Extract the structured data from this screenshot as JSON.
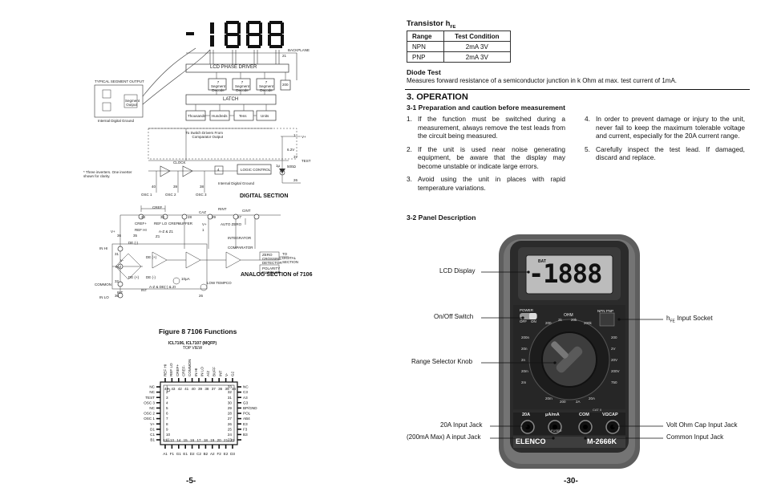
{
  "left": {
    "display_digits": "-1888",
    "digital_section": {
      "title": "DIGITAL SECTION",
      "backplane": "BACKPLANE",
      "lcd_phase_driver": "LCD PHASE DRIVER",
      "segment_decode": "7 Segment Decode",
      "latch": "LATCH",
      "thousands": "Thousands",
      "hundreds": "Hundreds",
      "tens": "Tens",
      "units": "Units",
      "typical_segment_output": "TYPICAL SEGMENT OUTPUT",
      "segment_output": "Segment Output",
      "internal_digital_ground": "Internal Digital Ground",
      "to_switch_drivers": "To Switch Drivers From Comparator Output",
      "clock": "CLOCK",
      "logic_control": "LOGIC CONTROL",
      "three_inverters": "* Three inverters. One inverter shown for clarity.",
      "osc1": "OSC 1",
      "osc2": "OSC 2",
      "osc3": "OSC 3",
      "test": "TEST",
      "v_plus": "V+",
      "volt": "6.2V",
      "res": "500Ω",
      "pin_200": "200",
      "pin_21": "21",
      "pin_1": "1",
      "pin_37": "37",
      "pin_26": "26",
      "pin_40": "40",
      "pin_39": "39",
      "pin_38": "38",
      "div4": "4",
      "ten_ua": "1μ"
    },
    "analog_section": {
      "title": "ANALOG SECTION of 7106",
      "c_ref_minus": "CREF-",
      "c_ref_plus": "CREF+",
      "c_ref": "CREF",
      "ref_hi": "REF HI",
      "ref_lo": "REF LO",
      "c_az": "CAZ",
      "buffer": "BUFFER",
      "r_int": "RINT",
      "c_int": "CINT",
      "v_plus": "V+",
      "auto_zero": "AUTO ZERO",
      "integrator": "INTEGRATOR",
      "comparator": "COMPARATOR",
      "to_digital": "TO DIGITAL SECTION",
      "in_hi": "IN HI",
      "in_lo": "IN LO",
      "common": "COMMON",
      "v_minus": "V-",
      "int": "INT",
      "de_minus": "DE (-)",
      "de_plus": "DE (+)",
      "az": "A-Z",
      "zi": "Z1",
      "azzi": "A-Z & Z1",
      "de_plus2": "DE (+)",
      "de_minus2": "DE (-)",
      "low_tempco": "LOW TEMPCO",
      "polarity_flip_flop": "POLARITY FLIP/FLOP",
      "zero_crossing": "ZERO CROSSING DETECTOR",
      "pin_36": "36",
      "pin_35": "35",
      "pin_34": "34",
      "pin_33": "33",
      "pin_31": "31",
      "pin_32": "32",
      "pin_30": "30",
      "pin_28": "28",
      "pin_29": "29",
      "pin_27": "27",
      "pin_1": "1",
      "pin_26": "26",
      "ten_ua": "10μA",
      "v_plus_1": "V+",
      "int2": "INT",
      "azdei": "A-Z & DE(-) & ZI"
    },
    "figure_caption": "Figure 8  7106 Functions",
    "chip": {
      "title": "ICL7106, ICL7107 (MQFP)",
      "subtitle": "TOP VIEW",
      "top_labels": [
        "REF HI",
        "REF LO",
        "CREF+",
        "CREF-",
        "COMMON",
        "IN HI",
        "IN LO",
        "A/Z",
        "BUFF",
        "INT",
        "V-",
        "G2"
      ],
      "top_numbers": [
        "44",
        "43",
        "42",
        "41",
        "40",
        "39",
        "38",
        "37",
        "36",
        "35",
        "34"
      ],
      "left_labels": [
        "NC",
        "NC",
        "TEST",
        "OSC 3",
        "NC",
        "OSC 2",
        "OSC 1",
        "V+",
        "D1",
        "C1",
        "B1"
      ],
      "left_numbers": [
        "1",
        "2",
        "3",
        "4",
        "5",
        "6",
        "7",
        "8",
        "9",
        "10",
        "11"
      ],
      "right_labels": [
        "NC",
        "C3",
        "A3",
        "G3",
        "BP/GND",
        "POL",
        "AB4",
        "E3",
        "F3",
        "B3"
      ],
      "right_numbers": [
        "33",
        "32",
        "31",
        "30",
        "29",
        "28",
        "27",
        "26",
        "25",
        "24",
        "23"
      ],
      "bottom_labels": [
        "A1",
        "F1",
        "G1",
        "E1",
        "D2",
        "C2",
        "B2",
        "A2",
        "F2",
        "E2",
        "D3"
      ],
      "bottom_numbers": [
        "12",
        "13",
        "14",
        "15",
        "16",
        "17",
        "18",
        "19",
        "20",
        "21",
        "22"
      ]
    },
    "page_number": "-5-"
  },
  "right": {
    "transistor_title": "Transistor h",
    "transistor_sub": "FE",
    "table_headers": [
      "Range",
      "Test Condition"
    ],
    "table_rows": [
      [
        "NPN",
        "2mA 3V"
      ],
      [
        "PNP",
        "2mA 3V"
      ]
    ],
    "diode_title": "Diode Test",
    "diode_text": "Measures forward resistance of a semiconductor junction in k Ohm at max. test current of 1mA.",
    "operation_title": "3. OPERATION",
    "prep_title": "3-1 Preparation and caution before measurement",
    "items_left": [
      {
        "n": "1.",
        "t": "If the function must be switched during a measurement, always remove the test leads from the circuit being measured."
      },
      {
        "n": "2.",
        "t": "If the unit is used near noise generating equipment, be aware that the display may become unstable or indicate large errors."
      },
      {
        "n": "3.",
        "t": "Avoid using the unit in places with rapid temperature variations."
      }
    ],
    "items_right": [
      {
        "n": "4.",
        "t": "In order to prevent damage or injury to the unit, never fail to keep the maximum tolerable voltage and current, especially for the 20A current range."
      },
      {
        "n": "5.",
        "t": "Carefully inspect the test lead. If damaged, discard and replace."
      }
    ],
    "panel_title": "3-2 Panel Description",
    "callouts": {
      "lcd": "LCD Display",
      "onoff": "On/Off Switch",
      "range": "Range Selector Knob",
      "a20": "20A Input Jack",
      "ma200": "(200mA Max) A input Jack",
      "hfe": "h",
      "hfe_sub": "FE",
      "hfe_rest": " Input Socket",
      "volt": "Volt Ohm Cap Input Jack",
      "common": "Common Input Jack"
    },
    "meter": {
      "display": "-1888",
      "bat": "BAT",
      "power": "POWER",
      "off": "OFF",
      "on": "ON",
      "ohm": "OHM",
      "npn_pnp": "NPN PNP",
      "jack_20a": "20A",
      "jack_ua": "μA/mA",
      "jack_com": "COM",
      "jack_v": "VΩCAP",
      "brand": "ELENCO",
      "model": "M-2666K",
      "fused": "FUSED",
      "cat": "CAT II"
    },
    "page_number": "-30-"
  }
}
